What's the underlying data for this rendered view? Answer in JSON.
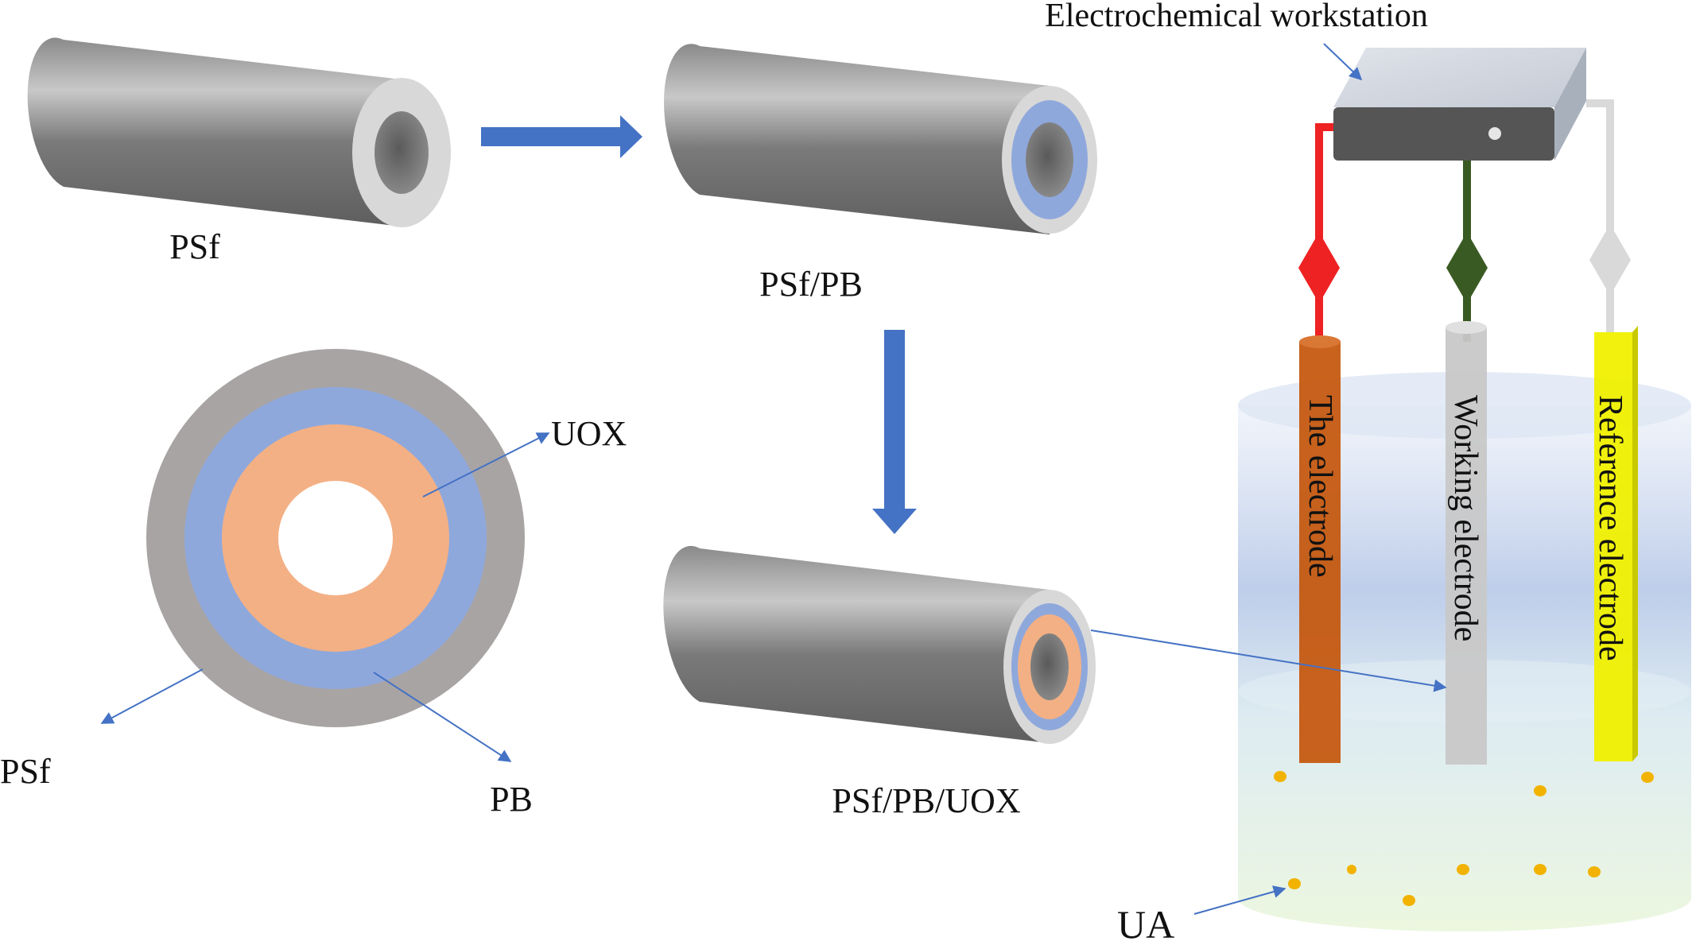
{
  "labels": {
    "psf_tube": "PSf",
    "psf_pb_tube": "PSf/PB",
    "psf_pb_uox_tube": "PSf/PB/UOX",
    "uox": "UOX",
    "psf_cross": "PSf",
    "pb_cross": "PB",
    "ua": "UA",
    "workstation": "Electrochemical workstation",
    "counter_electrode": "The electrode",
    "working_electrode": "Working electrode",
    "reference_electrode": "Reference electrode"
  },
  "colors": {
    "psf_gray": "#a8a4a4",
    "pb_blue": "#8fa8dc",
    "uox_orange": "#f3b084",
    "arrow_blue": "#4472c4",
    "lead_red": "#ee2222",
    "lead_green": "#3a5a23",
    "lead_gray": "#d9d9d9",
    "counter_rod": "#c55a11",
    "working_rod": "#c8c8c8",
    "reference_rod": "#f0f000",
    "ua_dot": "#f2b300"
  }
}
